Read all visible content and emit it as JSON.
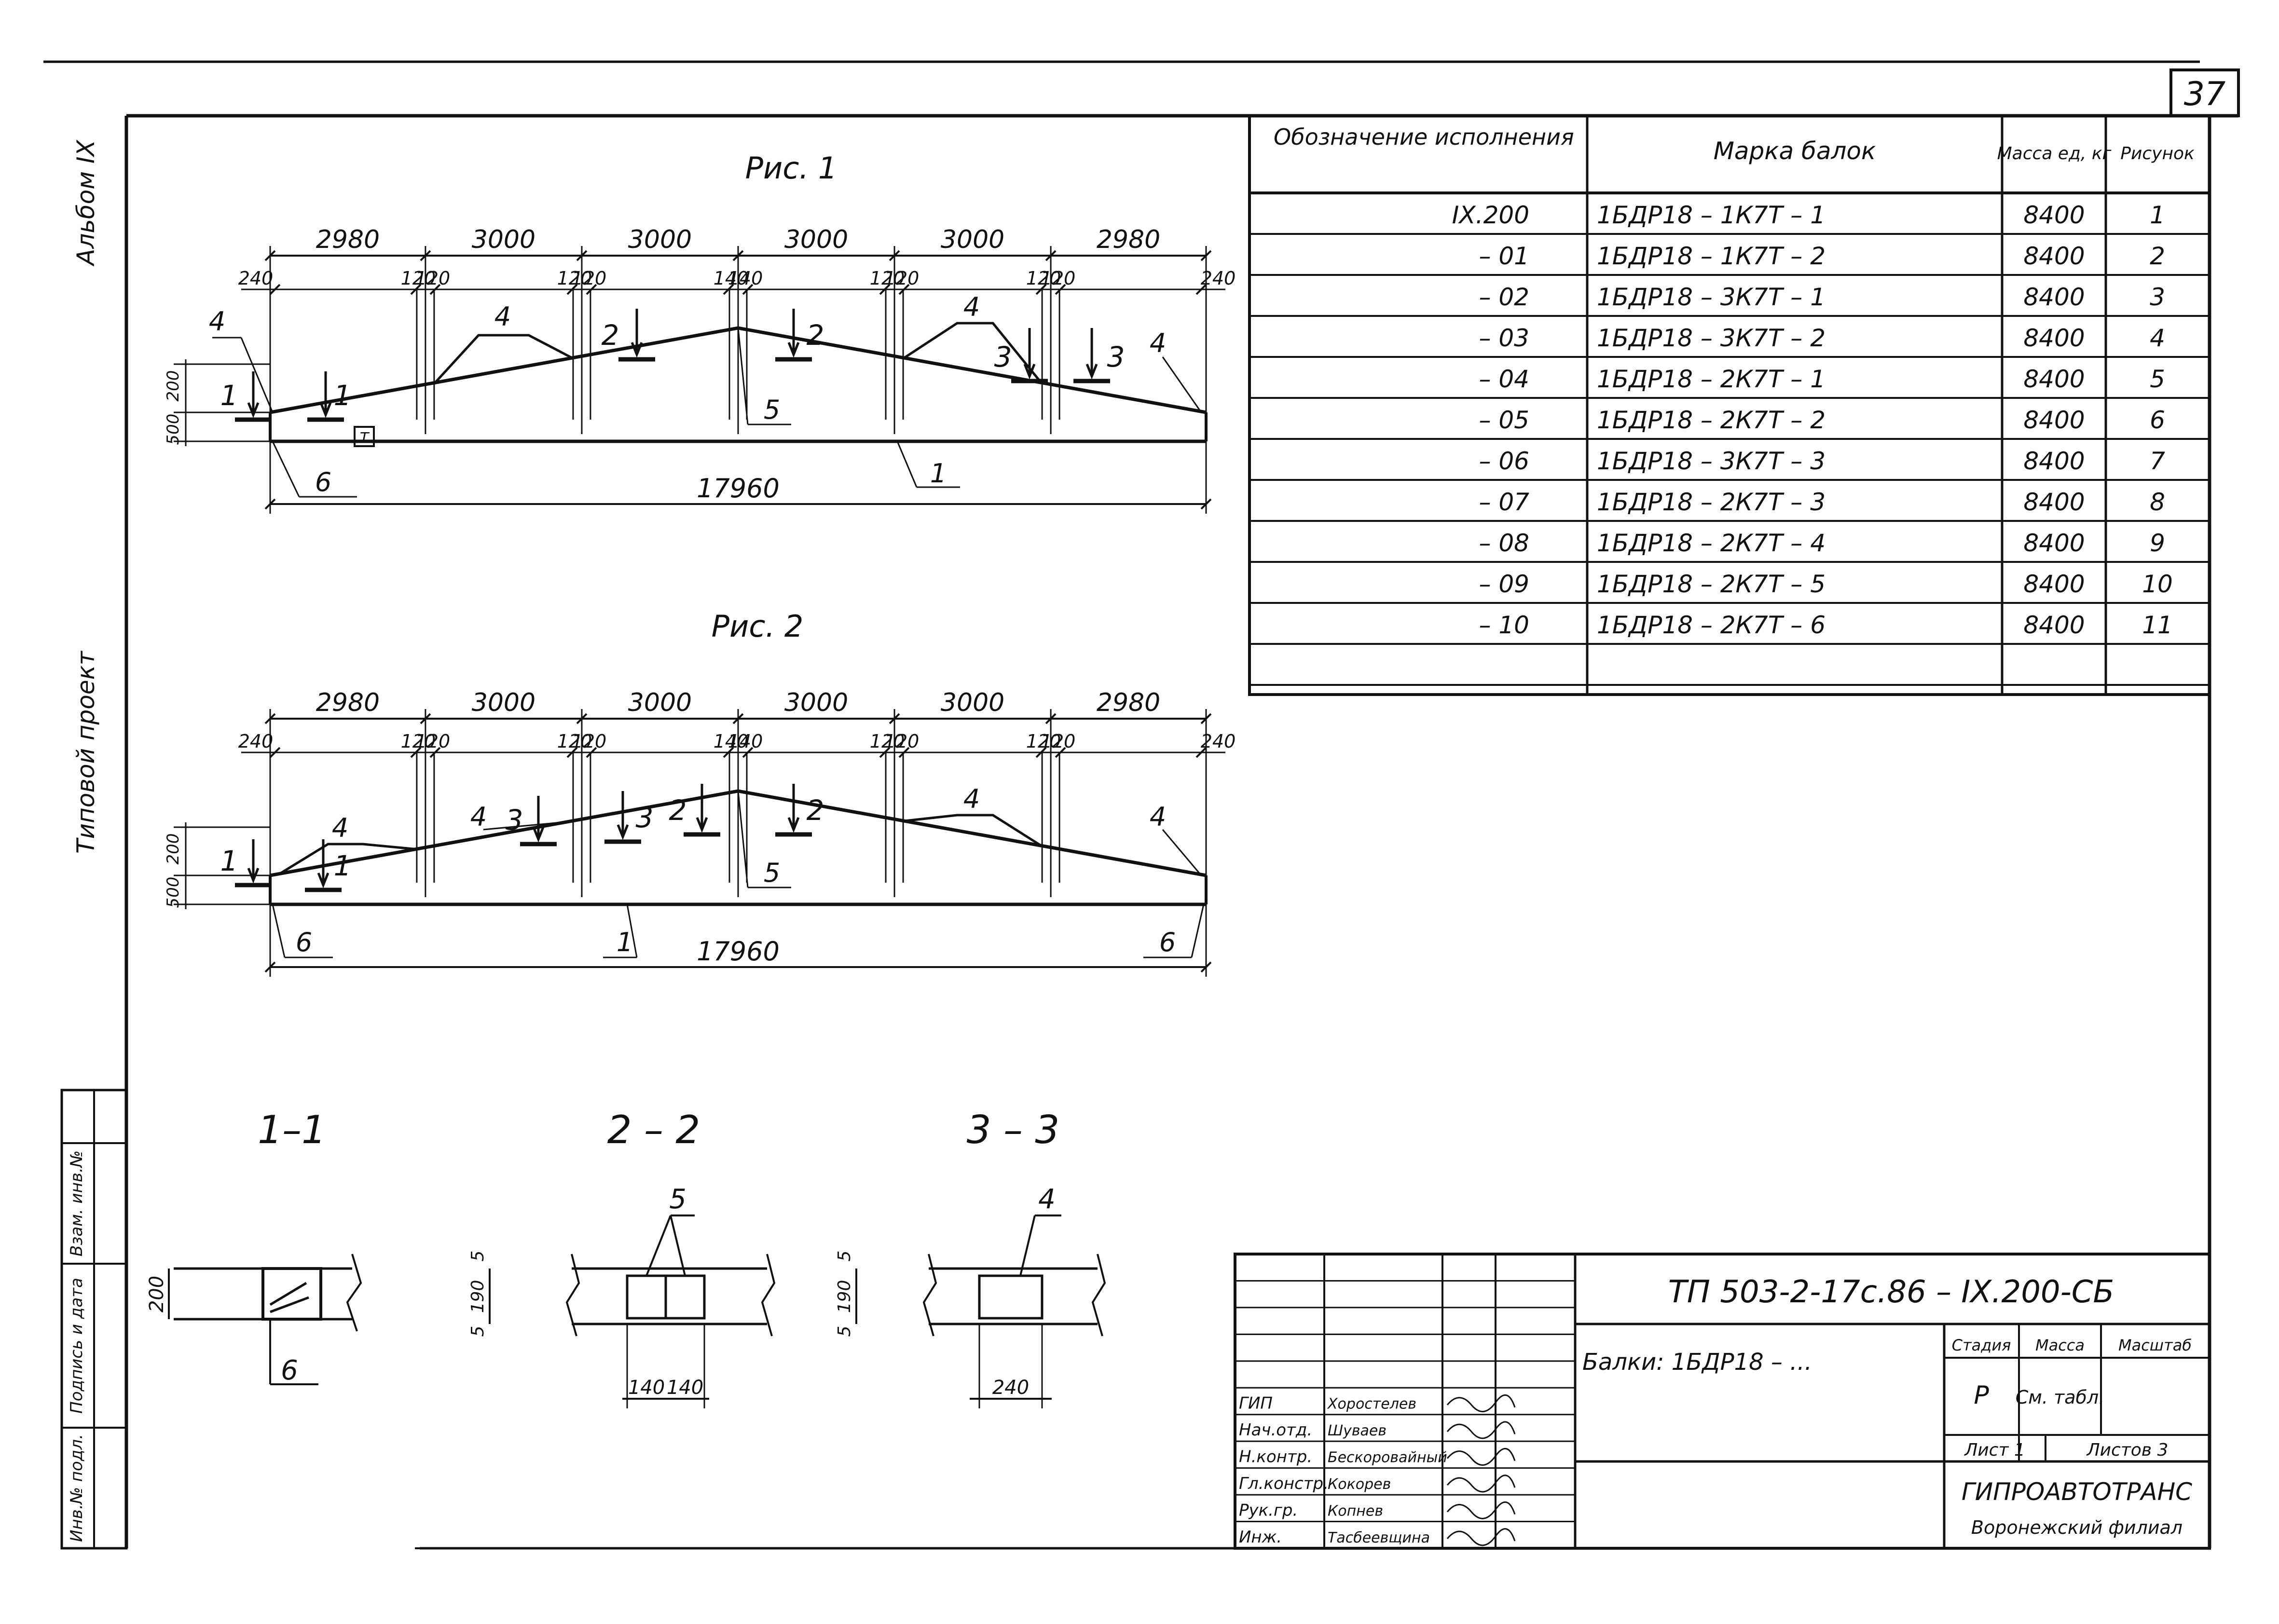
{
  "sheet_number": "37",
  "side_labels": {
    "album": "Альбом IX",
    "project": "Типовой проект",
    "stamp_cells": [
      "Инв.№ подл.",
      "Подпись и дата",
      "Взам. инв.№"
    ]
  },
  "fig1": {
    "title": "Рис. 1",
    "spans": [
      "2980",
      "3000",
      "3000",
      "3000",
      "3000",
      "2980"
    ],
    "offsets": [
      "240",
      "120",
      "120",
      "120",
      "120",
      "140",
      "140",
      "120",
      "120",
      "120",
      "120",
      "240"
    ],
    "total": "17960",
    "heights": [
      "200",
      "500"
    ],
    "callouts": [
      "4",
      "4",
      "4",
      "4",
      "5",
      "6",
      "1"
    ],
    "sections": [
      "1",
      "1",
      "2",
      "2",
      "3",
      "3"
    ],
    "marker": "T"
  },
  "fig2": {
    "title": "Рис. 2",
    "spans": [
      "2980",
      "3000",
      "3000",
      "3000",
      "3000",
      "2980"
    ],
    "offsets": [
      "240",
      "120",
      "120",
      "120",
      "120",
      "140",
      "140",
      "120",
      "120",
      "120",
      "120",
      "240"
    ],
    "total": "17960",
    "heights": [
      "200",
      "500"
    ],
    "callouts": [
      "4",
      "4",
      "4",
      "4",
      "5",
      "6",
      "6",
      "1"
    ],
    "sections": [
      "1",
      "1",
      "3",
      "3",
      "2",
      "2"
    ]
  },
  "sections": [
    {
      "title": "1–1",
      "height": "200",
      "callout": "6"
    },
    {
      "title": "2 – 2",
      "dims_v": [
        "5",
        "190",
        "5"
      ],
      "dims_h": [
        "140",
        "140"
      ],
      "callout": "5"
    },
    {
      "title": "3 – 3",
      "dims_v": [
        "5",
        "190",
        "5"
      ],
      "dims_h": [
        "240"
      ],
      "callout": "4"
    }
  ],
  "table": {
    "headers": [
      "Обозначение исполнения",
      "Марка балок",
      "Масса ед, кг",
      "Рисунок"
    ],
    "rows": [
      [
        "IX.200",
        "1БДР18 – 1К7Т – 1",
        "8400",
        "1"
      ],
      [
        "– 01",
        "1БДР18 – 1К7Т – 2",
        "8400",
        "2"
      ],
      [
        "– 02",
        "1БДР18 – 3К7Т – 1",
        "8400",
        "3"
      ],
      [
        "– 03",
        "1БДР18 – 3К7Т – 2",
        "8400",
        "4"
      ],
      [
        "– 04",
        "1БДР18 – 2К7Т – 1",
        "8400",
        "5"
      ],
      [
        "– 05",
        "1БДР18 – 2К7Т – 2",
        "8400",
        "6"
      ],
      [
        "– 06",
        "1БДР18 – 3К7Т – 3",
        "8400",
        "7"
      ],
      [
        "– 07",
        "1БДР18 – 2К7Т – 3",
        "8400",
        "8"
      ],
      [
        "– 08",
        "1БДР18 – 2К7Т – 4",
        "8400",
        "9"
      ],
      [
        "– 09",
        "1БДР18 – 2К7Т – 5",
        "8400",
        "10"
      ],
      [
        "– 10",
        "1БДР18 – 2К7Т – 6",
        "8400",
        "11"
      ]
    ]
  },
  "title_block": {
    "code": "ТП 503-2-17с.86 – IX.200-СБ",
    "name": "Балки: 1БДР18 – ...",
    "stage_label": "Стадия",
    "mass_label": "Масса",
    "scale_label": "Масштаб",
    "stage": "Р",
    "mass": "См. табл.",
    "sheet_label": "Лист 1",
    "sheets_label": "Листов 3",
    "org": "ГИПРОАВТОТРАНС",
    "branch": "Воронежский филиал",
    "roles": [
      {
        "role": "ГИП",
        "name": "Хоростелев"
      },
      {
        "role": "Нач.отд.",
        "name": "Шуваев"
      },
      {
        "role": "Н.контр.",
        "name": "Бескоровайный"
      },
      {
        "role": "Гл.констр.",
        "name": "Кокорев"
      },
      {
        "role": "Рук.гр.",
        "name": "Копнев"
      },
      {
        "role": "Инж.",
        "name": "Тасбеевщина"
      }
    ]
  }
}
